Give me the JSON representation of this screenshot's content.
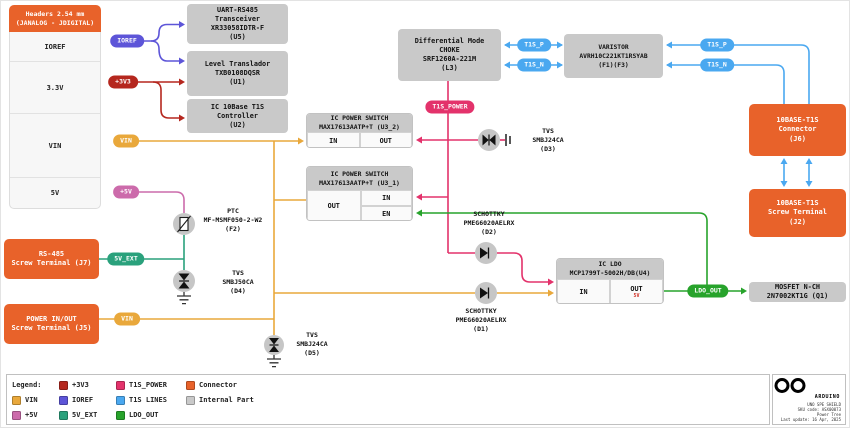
{
  "nets": {
    "ioref": "#5d55d8",
    "v3v3": "#b5271e",
    "vin": "#e9a83b",
    "v5": "#cc6bab",
    "v5_ext": "#2aa17c",
    "t1s_power": "#e3326b",
    "t1s_lines": "#4aa8f0",
    "ldo_out": "#27a32b",
    "connector": "#e8622a",
    "internal": "#c9c9c9"
  },
  "headers_panel": {
    "title": "Headers 2.54 mm\n(JANALOG - JDIGITAL)",
    "rows": [
      "IOREF",
      "3.3V",
      "VIN",
      "5V"
    ]
  },
  "pills": {
    "ioref": "IOREF",
    "v3v3": "+3V3",
    "vin": "VIN",
    "v5": "+5V",
    "v5_ext": "5V_EXT",
    "t1s_power": "T1S_POWER",
    "t1s_p": "T1S_P",
    "t1s_n": "T1S_N",
    "ldo_out": "LDO_OUT"
  },
  "blocks": {
    "u5": "UART-RS485\nTransceiver\nXR33058IDTR-F\n(U5)",
    "u1": "Level Translador\nTXB0108DQSR\n(U1)",
    "u2": "IC 10Base T1S\nController\n(U2)",
    "l3": "Differential Mode\nCHOKE\nSRF1260A-221M\n(L3)",
    "varistor": "VARISTOR\nAVRH10C221KT1RSYAB\n(F1)(F3)",
    "q1": "MOSFET N-CH\n2N7002KT1G (Q1)",
    "j6": "10BASE-T1S\nConnector\n(J6)",
    "j2": "10BASE-T1S\nScrew Terminal\n(J2)",
    "j7": "RS-485\nScrew Terminal (J7)",
    "j5": "POWER IN/OUT\nScrew Terminal (J5)"
  },
  "u3_2": {
    "header": "IC POWER SWITCH\nMAX17613AATP+T (U3_2)",
    "in": "IN",
    "out": "OUT"
  },
  "u3_1": {
    "header": "IC POWER SWITCH\nMAX17613AATP+T (U3_1)",
    "out": "OUT",
    "in": "IN",
    "en": "EN"
  },
  "u4": {
    "header": "IC LDO\nMCP1799T-5002H/DB(U4)",
    "in": "IN",
    "out": "OUT",
    "out_voltage": "5V"
  },
  "components": {
    "f2": "PTC\nMF-MSMF050-2-W2\n(F2)",
    "d4": "TVS\nSMBJ50CA\n(D4)",
    "d5": "TVS\nSMBJ24CA\n(D5)",
    "d3": "TVS\nSMBJ24CA\n(D3)",
    "d2": "SCHOTTKY\nPMEG6020AELRX\n(D2)",
    "d1": "SCHOTTKY\nPMEG6020AELRX\n(D1)"
  },
  "legend": {
    "title": "Legend:",
    "items": [
      {
        "label": "+3V3",
        "color": "#b5271e"
      },
      {
        "label": "T1S_POWER",
        "color": "#e3326b"
      },
      {
        "label": "Connector",
        "color": "#e8622a"
      },
      {
        "label": "VIN",
        "color": "#e9a83b"
      },
      {
        "label": "IOREF",
        "color": "#5d55d8"
      },
      {
        "label": "T1S LINES",
        "color": "#4aa8f0"
      },
      {
        "label": "Internal Part",
        "color": "#c9c9c9"
      },
      {
        "label": "+5V",
        "color": "#cc6bab"
      },
      {
        "label": "5V_EXT",
        "color": "#2aa17c"
      },
      {
        "label": "LDO_OUT",
        "color": "#27a32b"
      }
    ]
  },
  "brand": {
    "name": "ARDUINO",
    "info": "UNO SPE SHIELD\nSKU code: ASX00073\nPower Tree\nLast update: 16 Apr, 2025"
  }
}
